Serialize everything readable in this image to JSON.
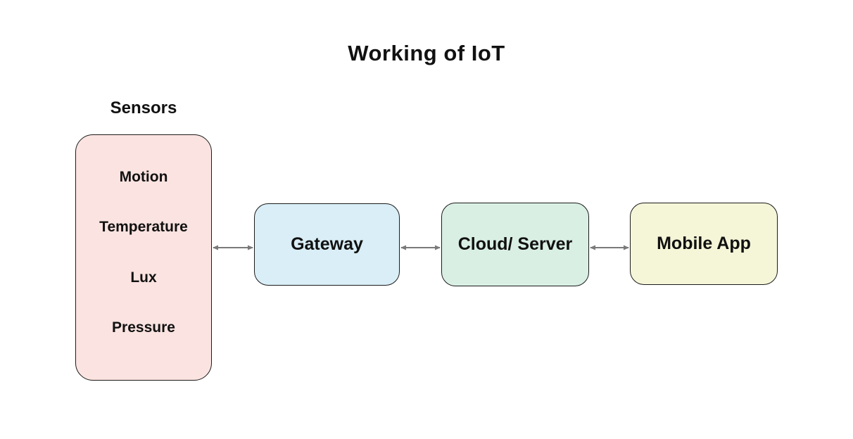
{
  "title": "Working of IoT",
  "sensors": {
    "label": "Sensors",
    "items": [
      "Motion",
      "Temperature",
      "Lux",
      "Pressure"
    ]
  },
  "nodes": {
    "gateway": {
      "label": "Gateway"
    },
    "cloud": {
      "label": "Cloud/ Server"
    },
    "mobile": {
      "label": "Mobile App"
    }
  },
  "connections": [
    {
      "from": "Sensors",
      "to": "Gateway",
      "type": "bidirectional"
    },
    {
      "from": "Gateway",
      "to": "Cloud/ Server",
      "type": "bidirectional"
    },
    {
      "from": "Cloud/ Server",
      "to": "Mobile App",
      "type": "bidirectional"
    }
  ],
  "colors": {
    "background": "#FFFFFF",
    "sensors_fill": "#FAE3E0",
    "gateway_fill": "#D9EEF6",
    "cloud_fill": "#D9EFE4",
    "mobile_fill": "#F5F5D8",
    "node_border": "#1B1B1B",
    "arrow": "#7A7A7A",
    "text": "#111111"
  }
}
